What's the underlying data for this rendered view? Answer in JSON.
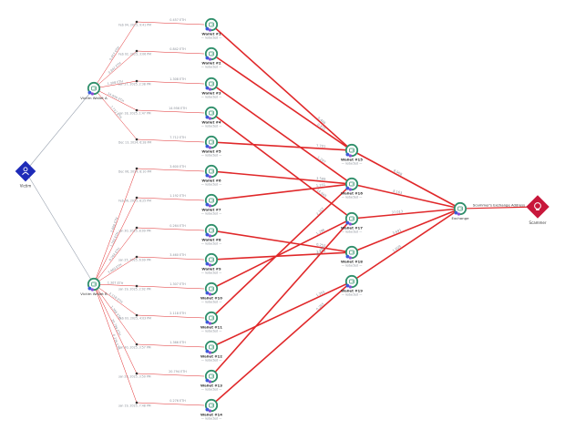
{
  "colors": {
    "edge_red": "#e0282a",
    "edge_gray": "#9aa3b0",
    "wallet_ring": "#2f8f6b",
    "wallet_fill": "#ffffff",
    "victim": "#1e2bb8",
    "scammer": "#c8173b",
    "badge_blue": "#3b5bdb",
    "badge_purple": "#8a4fd6",
    "text_dark": "#333333",
    "text_muted": "#8a8f98"
  },
  "victim": {
    "label": "Victim",
    "icon": "person-icon"
  },
  "scammer": {
    "label": "Scammer",
    "icon": "skull-icon"
  },
  "victim_wallets": [
    {
      "id": "va",
      "label": "Victim Wallet A"
    },
    {
      "id": "vb",
      "label": "Victim Wallet B"
    }
  ],
  "wallets_layer1": [
    {
      "id": "w1",
      "label": "Wallet #1",
      "sub": "— redacted —",
      "tx_amount": "0.457 ETH",
      "tx_date": "Feb 04, 2025, 9:41 PM"
    },
    {
      "id": "w2",
      "label": "Wallet #2",
      "sub": "— redacted —",
      "tx_amount": "0.842 ETH",
      "tx_date": "Feb 02, 2025, 3:06 PM"
    },
    {
      "id": "w3",
      "label": "Wallet #3",
      "sub": "— redacted —",
      "tx_amount": "1.308 ETH",
      "tx_date": "Jan 27, 2025, 2:38 PM"
    },
    {
      "id": "w4",
      "label": "Wallet #4",
      "sub": "— redacted —",
      "tx_amount": "14.956 ETH",
      "tx_date": "Jan 18, 2025, 1:47 PM"
    },
    {
      "id": "w5",
      "label": "Wallet #5",
      "sub": "— redacted —",
      "tx_amount": "7.712 ETH",
      "tx_date": "Dec 13, 2024, 6:28 PM"
    },
    {
      "id": "w6",
      "label": "Wallet #6",
      "sub": "— redacted —",
      "tx_amount": "3.600 ETH",
      "tx_date": "Dec 06, 2024, 8:10 PM"
    },
    {
      "id": "w7",
      "label": "Wallet #7",
      "sub": "— redacted —",
      "tx_amount": "1.192 ETH",
      "tx_date": "Feb 06, 2025, 8:25 PM"
    },
    {
      "id": "w8",
      "label": "Wallet #8",
      "sub": "— redacted —",
      "tx_amount": "0.264 ETH",
      "tx_date": "Jan 30, 2025, 8:09 PM"
    },
    {
      "id": "w9",
      "label": "Wallet #9",
      "sub": "— redacted —",
      "tx_amount": "3.460 ETH",
      "tx_date": "Jan 25, 2025, 6:09 PM"
    },
    {
      "id": "w10",
      "label": "Wallet #10",
      "sub": "— redacted —",
      "tx_amount": "1.307 ETH",
      "tx_date": "Jan 19, 2025, 2:02 PM"
    },
    {
      "id": "w11",
      "label": "Wallet #11",
      "sub": "— redacted —",
      "tx_amount": "2.118 ETH",
      "tx_date": "Feb 03, 2025, 4:03 PM"
    },
    {
      "id": "w12",
      "label": "Wallet #12",
      "sub": "— redacted —",
      "tx_amount": "1.366 ETH",
      "tx_date": "Jan 30, 2025, 3:57 PM"
    },
    {
      "id": "w13",
      "label": "Wallet #13",
      "sub": "— redacted —",
      "tx_amount": "20.794 ETH",
      "tx_date": "Jan 29, 2025, 3:50 PM"
    },
    {
      "id": "w14",
      "label": "Wallet #14",
      "sub": "— redacted —",
      "tx_amount": "0.276 ETH",
      "tx_date": "Jan 19, 2025, 7:48 PM"
    }
  ],
  "wallets_layer2": [
    {
      "id": "w15",
      "label": "Wallet #15",
      "sub": "— redacted —"
    },
    {
      "id": "w16",
      "label": "Wallet #16",
      "sub": "— redacted —"
    },
    {
      "id": "w17",
      "label": "Wallet #17",
      "sub": "— redacted —"
    },
    {
      "id": "w18",
      "label": "Wallet #18",
      "sub": "— redacted —"
    },
    {
      "id": "w19",
      "label": "Wallet #19",
      "sub": "— redacted —"
    }
  ],
  "exchange": {
    "label": "Exchange",
    "sub": "— redacted —"
  },
  "victim_to_wallet_labels": {
    "va": [
      "0.457 ETH",
      "0.842 ETH",
      "1.308 ETH",
      "14.956 ETH",
      "7.712 ETH"
    ],
    "vb": [
      "3.600 ETH",
      "1.192 ETH",
      "0.264 ETH",
      "3.460 ETH",
      "1.307 ETH",
      "2.118 ETH",
      "1.366 ETH",
      "20.794 ETH",
      "0.276 ETH"
    ]
  },
  "layer1_to_layer2": [
    {
      "from": "w1",
      "to": "w15",
      "amount": "0.446"
    },
    {
      "from": "w2",
      "to": "w15",
      "amount": "0.831"
    },
    {
      "from": "w3",
      "to": "w16",
      "amount": "1.297"
    },
    {
      "from": "w4",
      "to": "w17",
      "amount": "14.945"
    },
    {
      "from": "w5",
      "to": "w15",
      "amount": "7.701"
    },
    {
      "from": "w6",
      "to": "w16",
      "amount": "3.589"
    },
    {
      "from": "w7",
      "to": "w16",
      "amount": "1.181"
    },
    {
      "from": "w8",
      "to": "w18",
      "amount": "0.253"
    },
    {
      "from": "w9",
      "to": "w18",
      "amount": "3.449"
    },
    {
      "from": "w10",
      "to": "w17",
      "amount": "1.296"
    },
    {
      "from": "w11",
      "to": "w16",
      "amount": "2.107"
    },
    {
      "from": "w12",
      "to": "w19",
      "amount": "1.355"
    },
    {
      "from": "w13",
      "to": "w17",
      "amount": "20.783"
    },
    {
      "from": "w14",
      "to": "w19",
      "amount": "0.265"
    }
  ],
  "layer2_to_exchange": [
    {
      "from": "w15",
      "amount": "8.968"
    },
    {
      "from": "w16",
      "amount": "8.163"
    },
    {
      "from": "w17",
      "amount": "37.013"
    },
    {
      "from": "w18",
      "amount": "3.691"
    },
    {
      "from": "w19",
      "amount": "1.609"
    }
  ],
  "exchange_to_scammer": {
    "label": "Scammer's Exchange Address"
  }
}
